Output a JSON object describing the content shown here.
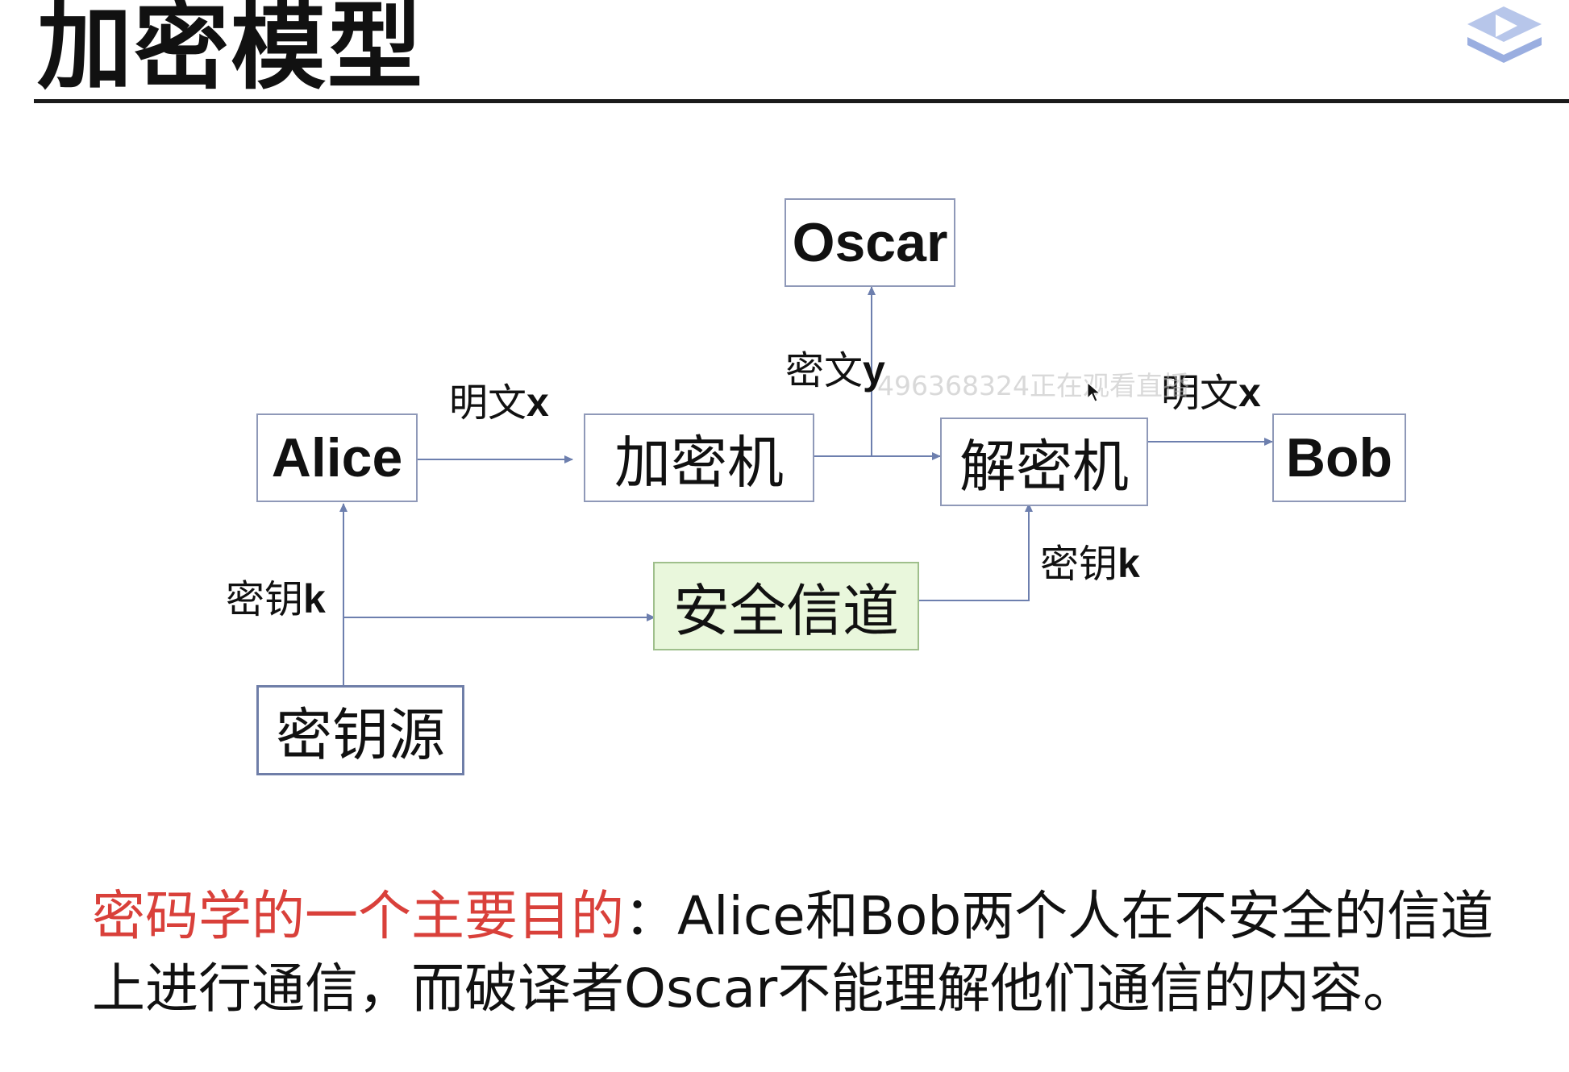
{
  "slide": {
    "title": "加密模型"
  },
  "diagram": {
    "nodes": {
      "oscar": "Oscar",
      "alice": "Alice",
      "encryptor": "加密机",
      "decryptor": "解密机",
      "bob": "Bob",
      "secure_channel": "安全信道",
      "key_source": "密钥源"
    },
    "labels": {
      "plaintext_in_cn": "明文",
      "plaintext_in_var": "x",
      "ciphertext_cn": "密文",
      "ciphertext_var": "y",
      "plaintext_out_cn": "明文",
      "plaintext_out_var": "x",
      "key_left_cn": "密钥",
      "key_left_var": "k",
      "key_right_cn": "密钥",
      "key_right_var": "k"
    },
    "colors": {
      "arrow": "#6d7fae",
      "box_border": "#8f99b8",
      "channel_fill": "#e9f7dc"
    }
  },
  "overlay": {
    "watermark": "496368324正在观看直播"
  },
  "caption": {
    "highlight": "密码学的一个主要目的",
    "separator": "：",
    "rest": "Alice和Bob两个人在不安全的信道上进行通信，而破译者Oscar不能理解他们通信的内容。",
    "highlight_color": "#d9403a"
  },
  "icons": {
    "logo": "play-logo-icon",
    "cursor": "mouse-pointer-icon"
  }
}
